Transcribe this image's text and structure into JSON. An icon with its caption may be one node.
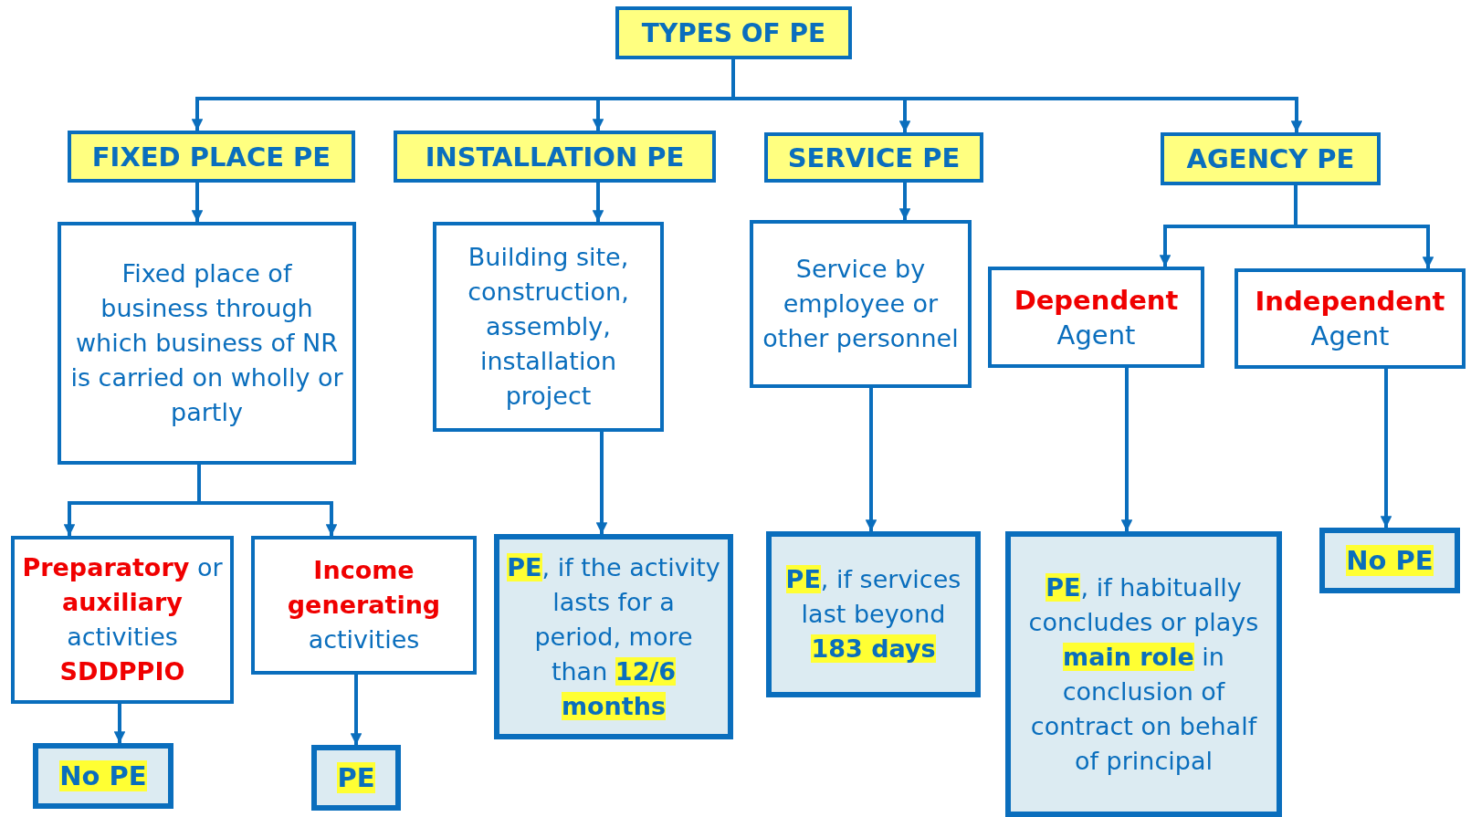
{
  "diagram": {
    "nodes": [
      {
        "text": [
          "TYPES OF PE"
        ]
      },
      {
        "text": [
          "FIXED PLACE PE"
        ]
      },
      {
        "text": [
          "INSTALLATION PE"
        ]
      },
      {
        "text": [
          "SERVICE PE"
        ]
      },
      {
        "text": [
          "AGENCY PE"
        ]
      },
      {
        "text": [
          "Fixed place of business through which business of NR is carried on wholly or partly"
        ]
      },
      {
        "text": [
          "Building site, construction, assembly, installation project"
        ]
      },
      {
        "text": [
          "Service by employee or other personnel"
        ]
      },
      {
        "text": [
          "**Dependent** Agent"
        ]
      },
      {
        "text": [
          "**Independent** Agent"
        ]
      },
      {
        "text": [
          "**Preparatory** or **auxiliary** activities **SDDPPIO**"
        ]
      },
      {
        "text": [
          "**Income generating** activities"
        ]
      },
      {
        "text": [
          "**PE**, if the activity lasts for a period, more than **12/6 months**"
        ]
      },
      {
        "text": [
          "**PE**, if services last beyond **183 days**"
        ]
      },
      {
        "text": [
          "**PE**, if habitually concludes or plays **main role** in conclusion of contract on behalf of principal"
        ]
      },
      {
        "text": [
          "No PE"
        ]
      },
      {
        "text": [
          "No PE"
        ]
      },
      {
        "text": [
          "PE"
        ]
      }
    ],
    "edges": [
      {
        "from": 0,
        "to": 1,
        "arrow": "to"
      },
      {
        "from": 0,
        "to": 2,
        "arrow": "to"
      },
      {
        "from": 0,
        "to": 3,
        "arrow": "to"
      },
      {
        "from": 0,
        "to": 4,
        "arrow": "to"
      },
      {
        "from": 1,
        "to": 5,
        "arrow": "to"
      },
      {
        "from": 2,
        "to": 6,
        "arrow": "to"
      },
      {
        "from": 3,
        "to": 7,
        "arrow": "to"
      },
      {
        "from": 4,
        "to": 8,
        "arrow": "to"
      },
      {
        "from": 4,
        "to": 9,
        "arrow": "to"
      },
      {
        "from": 5,
        "to": 10,
        "arrow": "to"
      },
      {
        "from": 5,
        "to": 11,
        "arrow": "to"
      },
      {
        "from": 6,
        "to": 12,
        "arrow": "to"
      },
      {
        "from": 7,
        "to": 13,
        "arrow": "to"
      },
      {
        "from": 8,
        "to": 14,
        "arrow": "to"
      },
      {
        "from": 9,
        "to": 15,
        "arrow": "to"
      },
      {
        "from": 10,
        "to": 16,
        "arrow": "to"
      },
      {
        "from": 11,
        "to": 17,
        "arrow": "to"
      }
    ]
  }
}
